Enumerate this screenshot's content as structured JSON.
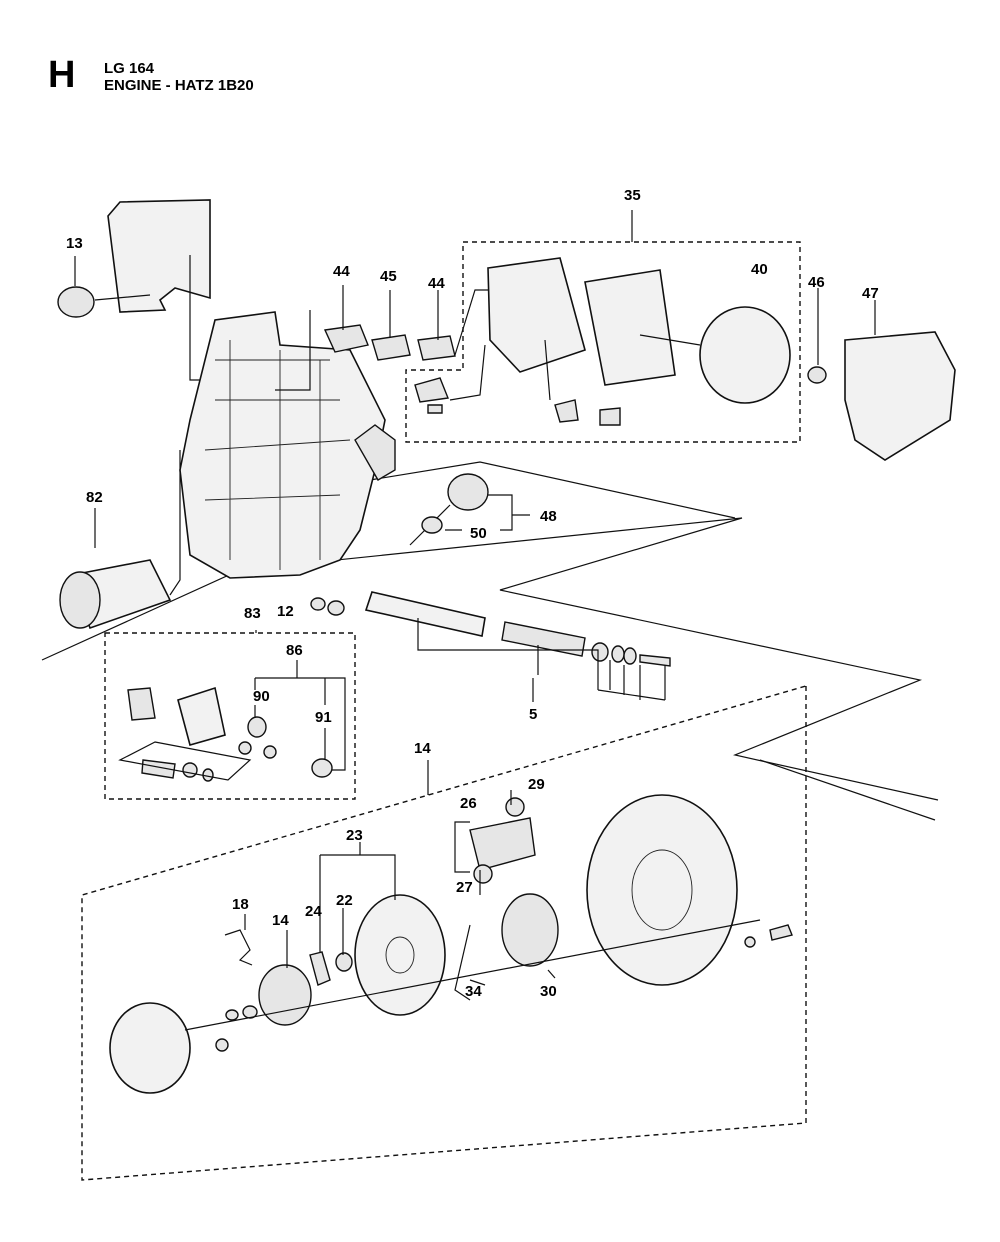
{
  "header": {
    "section_letter": "H",
    "model": "LG 164",
    "subtitle": "ENGINE - HATZ 1B20"
  },
  "callouts": [
    "13",
    "44",
    "45",
    "44",
    "35",
    "40",
    "46",
    "47",
    "82",
    "48",
    "50",
    "12",
    "83",
    "86",
    "90",
    "91",
    "5",
    "14",
    "29",
    "26",
    "23",
    "27",
    "18",
    "24",
    "22",
    "14",
    "34",
    "30"
  ]
}
